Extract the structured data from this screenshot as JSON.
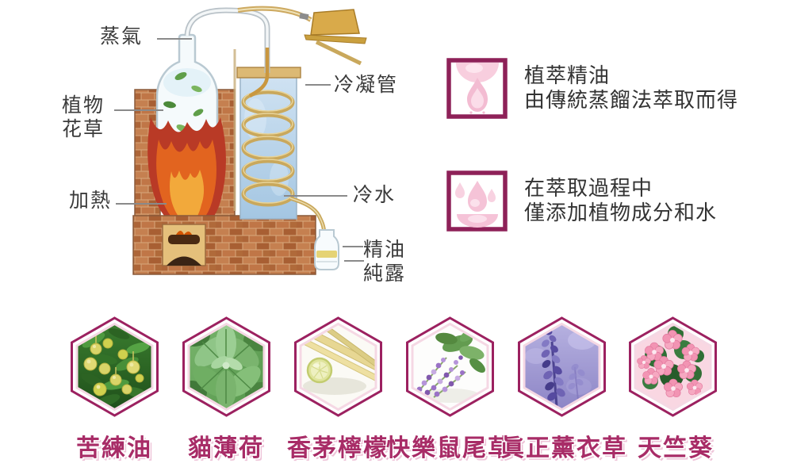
{
  "diagram": {
    "title_semantic": "steam-distillation-of-essential-oils",
    "labels": {
      "steam": "蒸氣",
      "plant1": "植物",
      "plant2": "花草",
      "heat": "加熱",
      "condenser": "冷凝管",
      "cold_water": "冷水",
      "oil1": "精油",
      "oil2": "純露"
    }
  },
  "info_boxes": [
    {
      "icon": "flame-icon",
      "line1": "植萃精油",
      "line2": "由傳統蒸餾法萃取而得"
    },
    {
      "icon": "water-drops-icon",
      "line1": "在萃取過程中",
      "line2": "僅添加植物成分和水"
    }
  ],
  "ingredients": [
    {
      "label": "苦練油",
      "image": "neem-fruit-photo"
    },
    {
      "label": "貓薄荷",
      "image": "catnip-photo"
    },
    {
      "label": "香茅檸檬",
      "image": "lemongrass-lemon-photo"
    },
    {
      "label": "快樂鼠尾草",
      "image": "clary-sage-photo"
    },
    {
      "label": "眞正薰衣草",
      "image": "true-lavender-photo"
    },
    {
      "label": "天竺葵",
      "image": "geranium-photo"
    }
  ],
  "colors": {
    "accent_magenta": "#8e2158",
    "hex_border": "#9c2160",
    "hex_inner_ring": "#f5d8e4",
    "ingredient_label": "#a82c67",
    "ingredient_label_shadow": "#eec3d8",
    "icon_pink": "#f5c3d7",
    "diagram_text": "#3b3b3b",
    "connector_gray": "#8a8a8a",
    "brick": "#b9703f",
    "flame_red": "#b93a26",
    "flame_orange": "#e2641f",
    "coil_gold": "#c9a85c",
    "water_blue": "#b8d4ea"
  }
}
